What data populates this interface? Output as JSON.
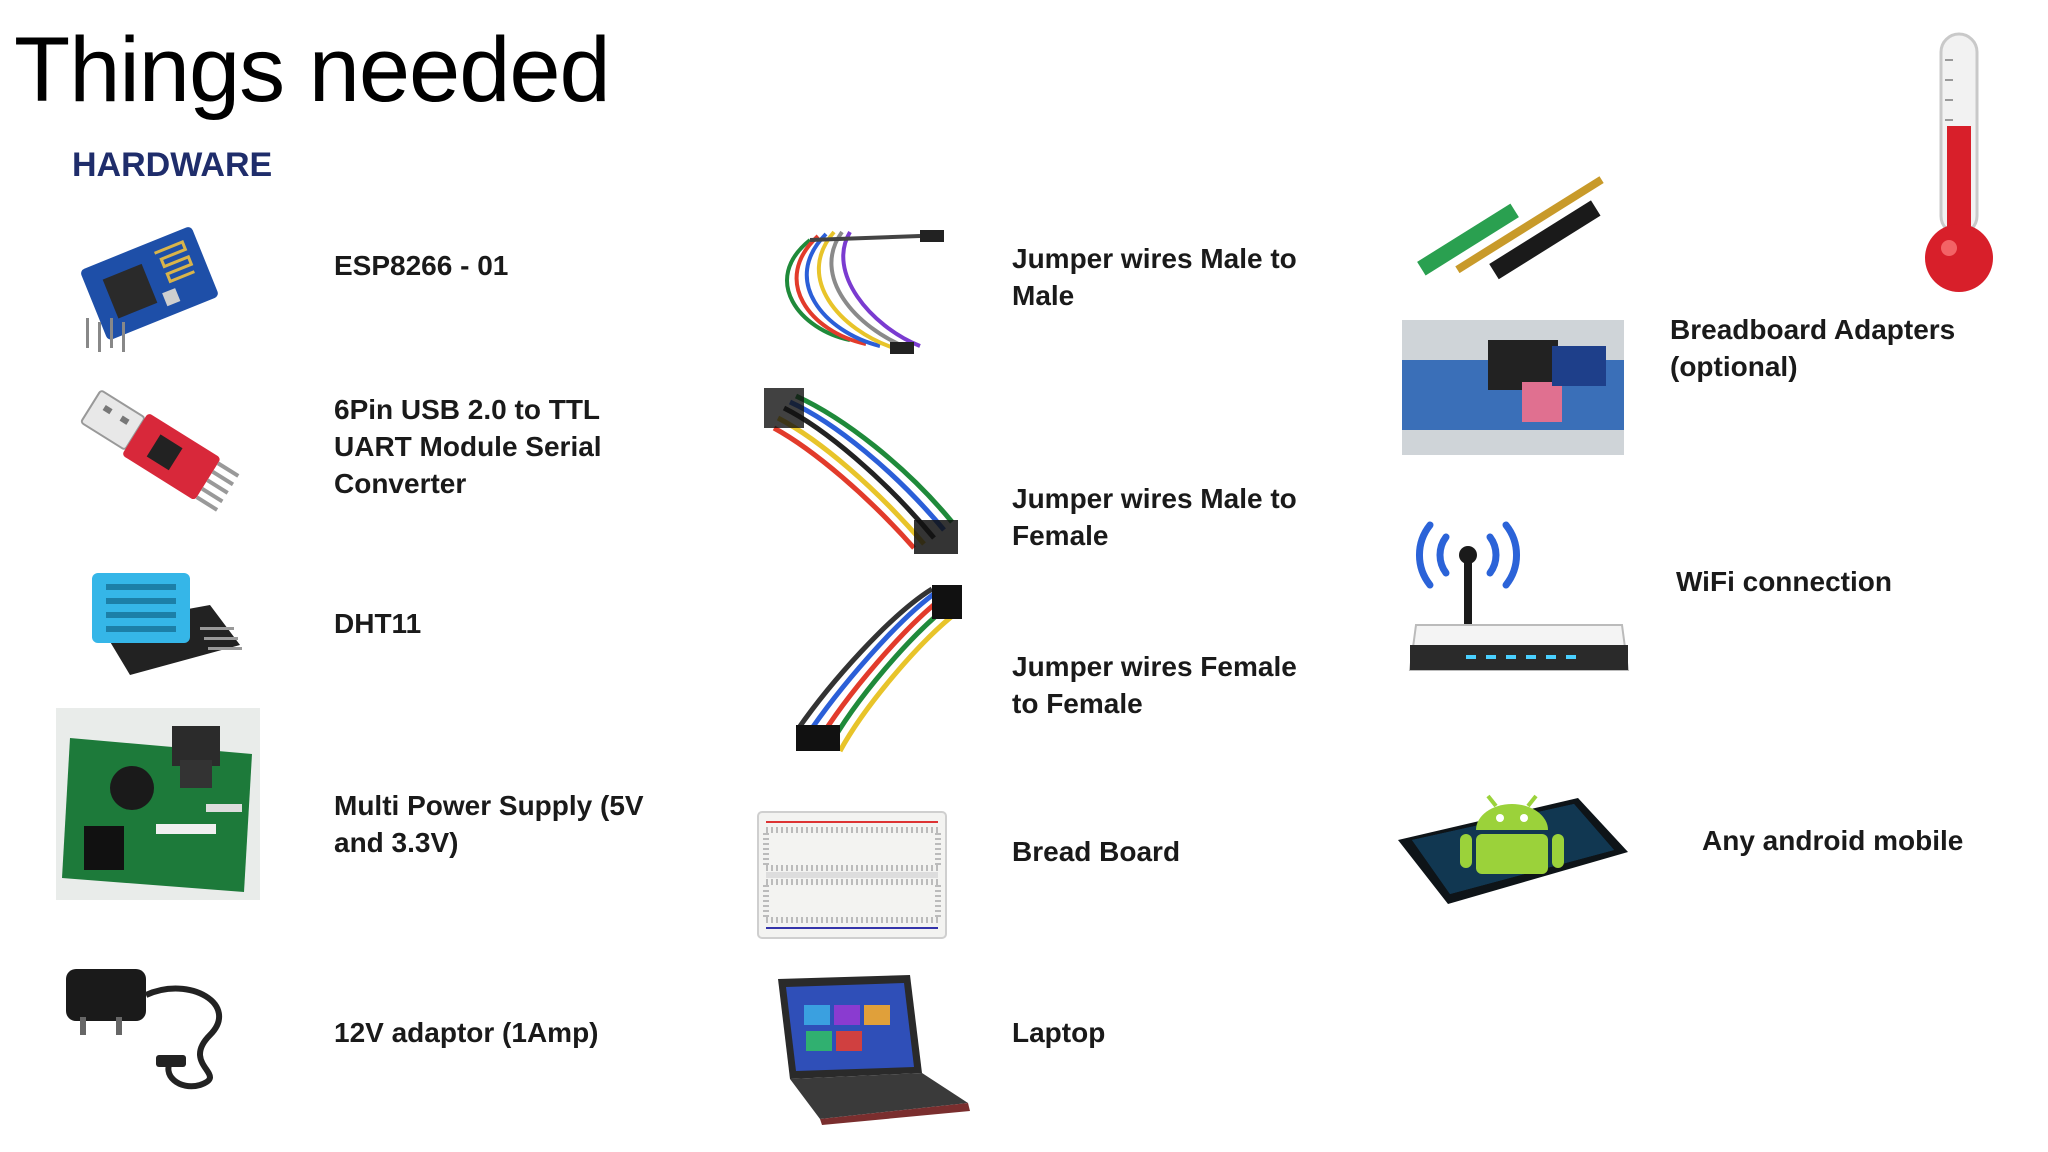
{
  "title": "Things needed",
  "subtitle": "HARDWARE",
  "items": [
    {
      "label": "ESP8266 - 01",
      "icon": "esp8266-module-icon"
    },
    {
      "label": "6Pin USB 2.0 to TTL UART Module Serial Converter",
      "icon": "usb-ttl-converter-icon"
    },
    {
      "label": "DHT11",
      "icon": "dht11-sensor-icon"
    },
    {
      "label": "Multi Power Supply (5V and 3.3V)",
      "icon": "power-supply-board-icon"
    },
    {
      "label": "12V adaptor (1Amp)",
      "icon": "power-adaptor-icon"
    },
    {
      "label": "Jumper wires Male to Male",
      "icon": "jumper-wires-male-male-icon"
    },
    {
      "label": "Jumper wires Male to Female",
      "icon": "jumper-wires-male-female-icon"
    },
    {
      "label": "Jumper wires Female to Female",
      "icon": "jumper-wires-female-female-icon"
    },
    {
      "label": "Bread Board",
      "icon": "breadboard-icon"
    },
    {
      "label": "Laptop",
      "icon": "laptop-icon"
    },
    {
      "label": "Breadboard Adapters (optional)",
      "icon": "breadboard-adapter-icon"
    },
    {
      "label": "WiFi connection",
      "icon": "wifi-router-icon"
    },
    {
      "label": "Any android mobile",
      "icon": "android-phone-icon"
    }
  ],
  "colors": {
    "subtitle": "#1f2d6b",
    "title": "#000000",
    "label": "#1a1a1a"
  }
}
